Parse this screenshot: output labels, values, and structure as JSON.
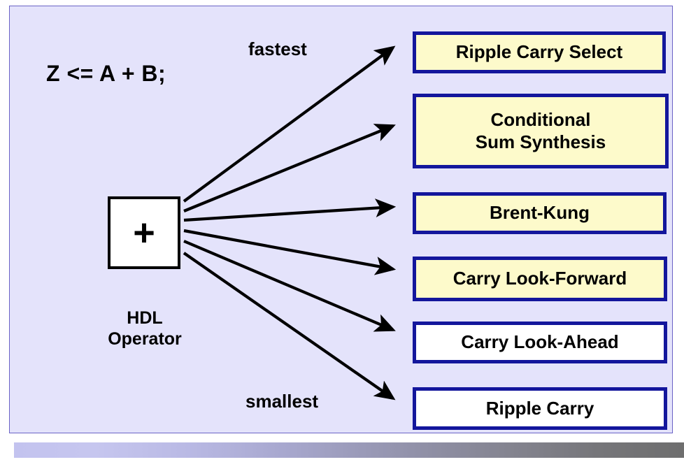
{
  "slide": {
    "background_color": "#e4e3fb",
    "border_color": "#6b63c6"
  },
  "hdl": {
    "expression": "Z <= A + B;"
  },
  "operator": {
    "symbol": "+",
    "caption_line1": "HDL",
    "caption_line2": "Operator"
  },
  "annotations": {
    "fastest": "fastest",
    "smallest": "smallest"
  },
  "colors": {
    "box_border": "#13169c",
    "box_fill_highlight": "#fdfacb",
    "box_fill_plain": "#ffffff",
    "arrow": "#000000",
    "slide_bg": "#e4e3fb"
  },
  "adders": [
    {
      "id": "ripple-carry-select",
      "lines": [
        "Ripple Carry Select"
      ],
      "fill": "#fdfacb",
      "rank": 1
    },
    {
      "id": "conditional-sum-synthesis",
      "lines": [
        "Conditional",
        "Sum Synthesis"
      ],
      "fill": "#fdfacb",
      "rank": 2
    },
    {
      "id": "brent-kung",
      "lines": [
        "Brent-Kung"
      ],
      "fill": "#fdfacb",
      "rank": 3
    },
    {
      "id": "carry-look-forward",
      "lines": [
        "Carry Look-Forward"
      ],
      "fill": "#fdfacb",
      "rank": 4
    },
    {
      "id": "carry-look-ahead",
      "lines": [
        "Carry Look-Ahead"
      ],
      "fill": "#ffffff",
      "rank": 5
    },
    {
      "id": "ripple-carry",
      "lines": [
        "Ripple Carry"
      ],
      "fill": "#ffffff",
      "rank": 6
    }
  ]
}
